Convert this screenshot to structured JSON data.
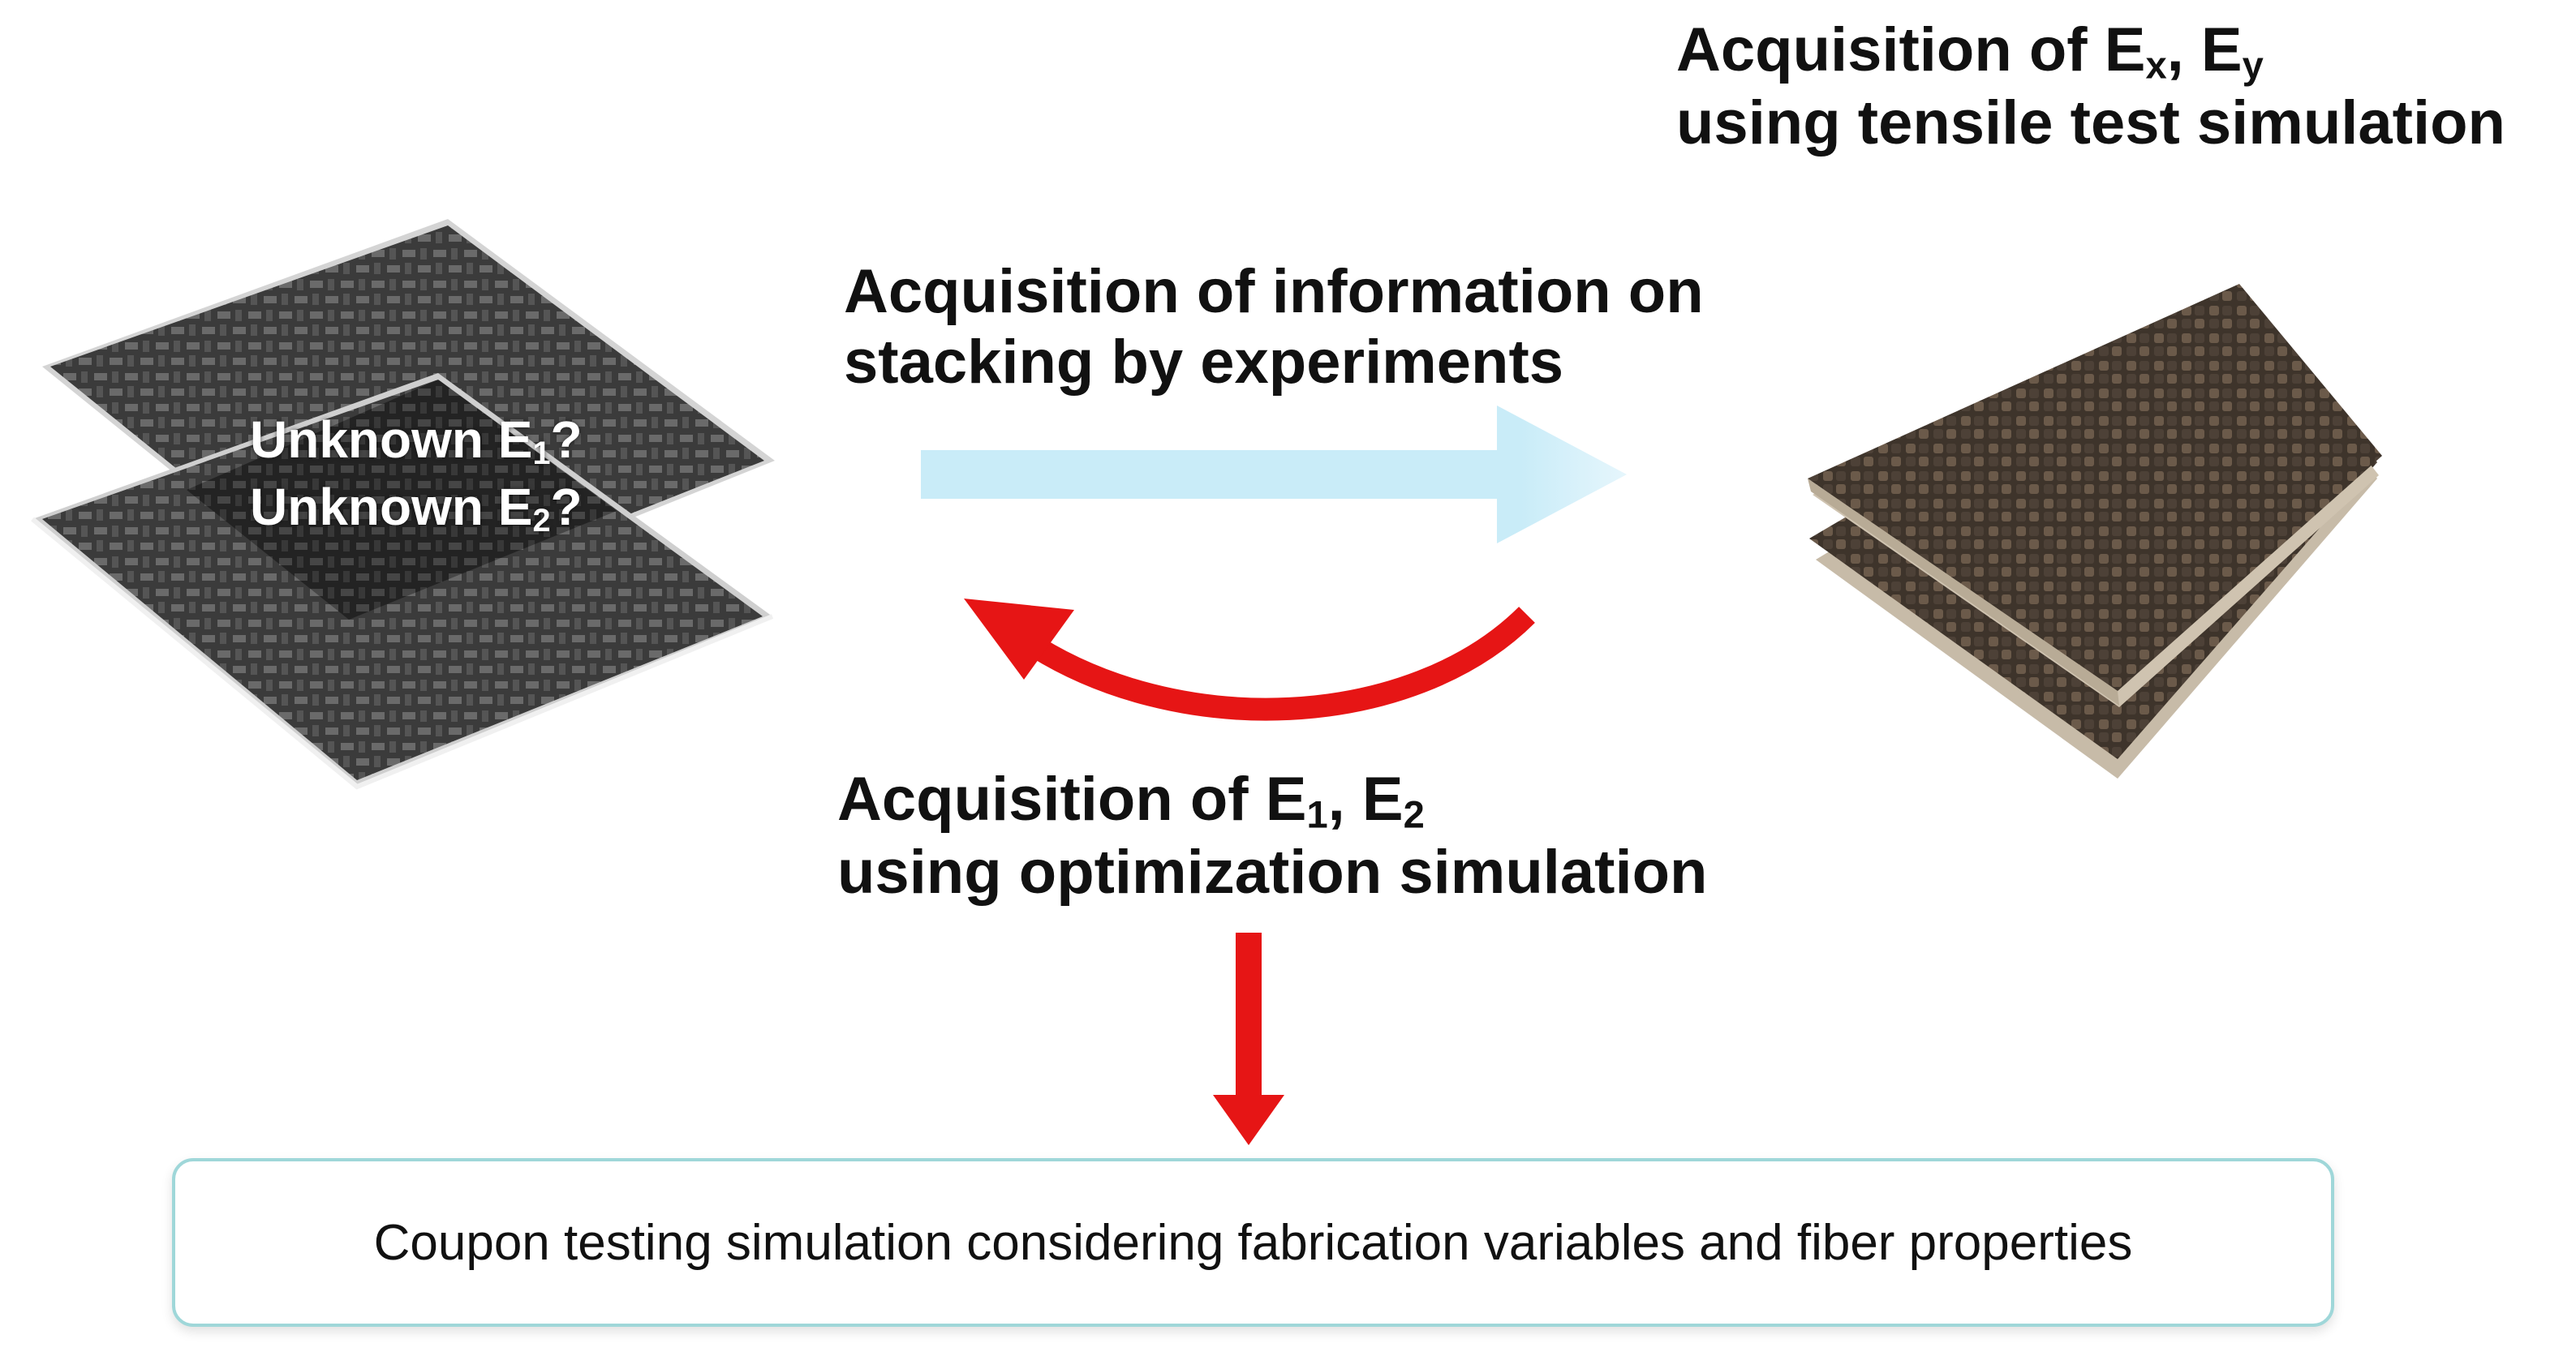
{
  "top_right_label": {
    "line1_prefix": "Acquisition of E",
    "line1_sub_x": "x",
    "line1_sep": ", E",
    "line1_sub_y": "y",
    "line2": "using tensile test simulation"
  },
  "forward_label": {
    "line1": "Acquisition of information on",
    "line2": "stacking by experiments"
  },
  "return_label": {
    "line1_prefix": "Acquisition of E",
    "line1_sub_1": "1",
    "line1_sep": ", E",
    "line1_sub_2": "2",
    "line2": "using optimization simulation"
  },
  "plate_label": {
    "line1_prefix": "Unknown E",
    "line1_sub": "1",
    "line1_suffix": "?",
    "line2_prefix": "Unknown E",
    "line2_sub": "2",
    "line2_suffix": "?"
  },
  "coupon_box": {
    "text": "Coupon testing simulation considering fabrication variables and fiber properties"
  },
  "colors": {
    "forward_arrow": "#c9ecf8",
    "return_arrow": "#e61515",
    "down_arrow": "#e61515",
    "box_border": "#9fd7d9",
    "carbon_dark": "#3a3a3a",
    "laminate_brown": "#4a3f35"
  },
  "icons": {
    "left_image": "carbon-fabric-plies-icon",
    "right_image": "laminate-stack-icon"
  }
}
